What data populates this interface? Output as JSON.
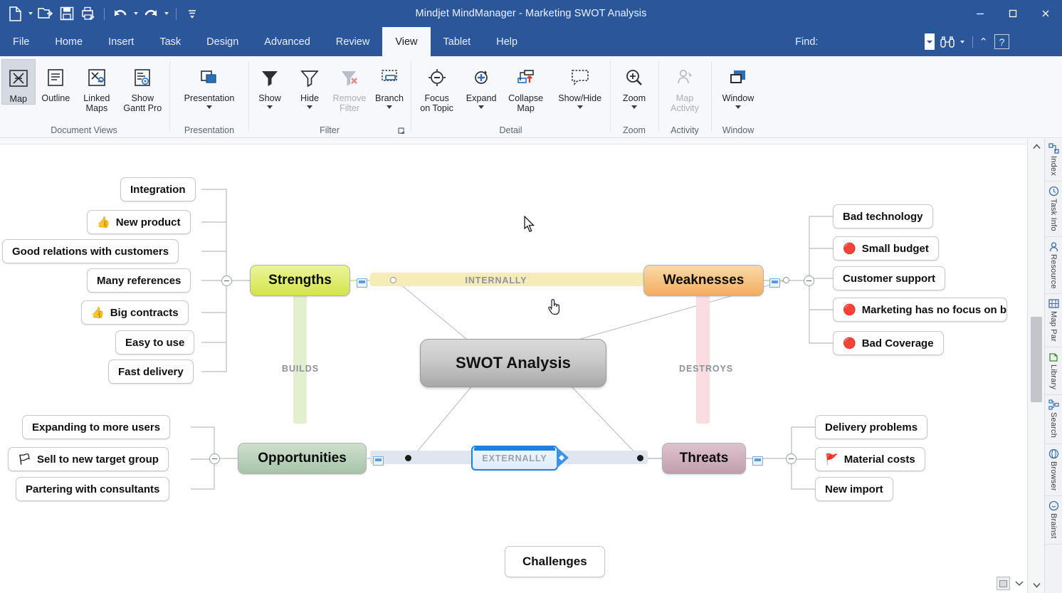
{
  "titlebar": {
    "title": "Mindjet MindManager - Marketing SWOT Analysis",
    "quick_access": [
      {
        "name": "new-document",
        "icon": "page-icon",
        "caret": true
      },
      {
        "name": "open-document",
        "icon": "folder-open-icon",
        "caret": false
      },
      {
        "name": "save-document",
        "icon": "floppy-disk-icon",
        "caret": false
      },
      {
        "name": "print-preview",
        "icon": "printer-icon",
        "caret": false
      },
      {
        "name": "undo",
        "icon": "undo-arrow-icon",
        "caret": true
      },
      {
        "name": "redo",
        "icon": "redo-arrow-icon",
        "caret": true
      },
      {
        "name": "customize-quick-access",
        "icon": "overflow-icon",
        "caret": false
      }
    ],
    "window_controls": {
      "minimize": "minimize-icon",
      "maximize": "maximize-icon",
      "close": "close-icon"
    }
  },
  "menubar": {
    "tabs": [
      {
        "label": "File",
        "active": false
      },
      {
        "label": "Home",
        "active": false
      },
      {
        "label": "Insert",
        "active": false
      },
      {
        "label": "Task",
        "active": false
      },
      {
        "label": "Design",
        "active": false
      },
      {
        "label": "Advanced",
        "active": false
      },
      {
        "label": "Review",
        "active": false
      },
      {
        "label": "View",
        "active": true
      },
      {
        "label": "Tablet",
        "active": false
      },
      {
        "label": "Help",
        "active": false
      }
    ],
    "find_label": "Find:",
    "find_value": "",
    "find_placeholder": "",
    "help_label": "?"
  },
  "ribbon": {
    "groups": [
      {
        "name": "document-views",
        "label": "Document Views",
        "buttons": [
          {
            "label": "Map",
            "icon": "map-icon",
            "caret": false,
            "selected": true,
            "disabled": false
          },
          {
            "label": "Outline",
            "icon": "outline-icon",
            "caret": false,
            "selected": false,
            "disabled": false
          },
          {
            "label": "Linked\nMaps",
            "icon": "linked-maps-icon",
            "caret": false,
            "selected": false,
            "disabled": false
          },
          {
            "label": "Show\nGantt Pro",
            "icon": "gantt-icon",
            "caret": false,
            "selected": false,
            "disabled": false
          }
        ]
      },
      {
        "name": "presentation",
        "label": "Presentation",
        "buttons": [
          {
            "label": "Presentation",
            "icon": "presentation-icon",
            "caret": true,
            "selected": false,
            "disabled": false
          }
        ]
      },
      {
        "name": "filter",
        "label": "Filter",
        "buttons": [
          {
            "label": "Show",
            "icon": "funnel-filled-icon",
            "caret": true,
            "selected": false,
            "disabled": false
          },
          {
            "label": "Hide",
            "icon": "funnel-outline-icon",
            "caret": true,
            "selected": false,
            "disabled": false
          },
          {
            "label": "Remove\nFilter",
            "icon": "funnel-remove-icon",
            "caret": false,
            "selected": false,
            "disabled": true
          },
          {
            "label": "Branch",
            "icon": "branch-icon",
            "caret": true,
            "selected": false,
            "disabled": false
          }
        ]
      },
      {
        "name": "detail",
        "label": "Detail",
        "buttons": [
          {
            "label": "Focus\non Topic",
            "icon": "focus-topic-icon",
            "caret": false,
            "selected": false,
            "disabled": false
          },
          {
            "label": "Expand",
            "icon": "expand-icon",
            "caret": true,
            "selected": false,
            "disabled": false
          },
          {
            "label": "Collapse\nMap",
            "icon": "collapse-map-icon",
            "caret": false,
            "selected": false,
            "disabled": false
          },
          {
            "label": "Show/Hide",
            "icon": "show-hide-icon",
            "caret": true,
            "selected": false,
            "disabled": false
          }
        ]
      },
      {
        "name": "zoom",
        "label": "Zoom",
        "buttons": [
          {
            "label": "Zoom",
            "icon": "zoom-in-icon",
            "caret": true,
            "selected": false,
            "disabled": false
          }
        ]
      },
      {
        "name": "activity",
        "label": "Activity",
        "buttons": [
          {
            "label": "Map\nActivity",
            "icon": "map-activity-icon",
            "caret": true,
            "selected": false,
            "disabled": true
          }
        ]
      },
      {
        "name": "window",
        "label": "Window",
        "buttons": [
          {
            "label": "Window",
            "icon": "window-icon",
            "caret": true,
            "selected": false,
            "disabled": false
          }
        ]
      }
    ]
  },
  "map": {
    "center_topic": "SWOT Analysis",
    "floating_topic": "Challenges",
    "relationships": {
      "internally": "INTERNALLY",
      "externally": "EXTERNALLY",
      "builds": "BUILDS",
      "destroys": "DESTROYS"
    },
    "main_topics": [
      {
        "label": "Strengths",
        "color": "#d9e84f"
      },
      {
        "label": "Weaknesses",
        "color": "#f5b96a"
      },
      {
        "label": "Opportunities",
        "color": "#b3cdb4"
      },
      {
        "label": "Threats",
        "color": "#c9a8b4"
      }
    ],
    "strengths_children": [
      {
        "label": "Integration",
        "icon": ""
      },
      {
        "label": "New product",
        "icon": "thumbs-up-icon"
      },
      {
        "label": "Good relations with customers",
        "icon": ""
      },
      {
        "label": "Many references",
        "icon": ""
      },
      {
        "label": "Big contracts",
        "icon": "thumbs-up-icon"
      },
      {
        "label": "Easy to use",
        "icon": ""
      },
      {
        "label": "Fast delivery",
        "icon": ""
      }
    ],
    "weaknesses_children": [
      {
        "label": "Bad technology",
        "icon": ""
      },
      {
        "label": "Small budget",
        "icon": "alarm-icon"
      },
      {
        "label": "Customer support",
        "icon": ""
      },
      {
        "label": "Marketing has no focus on b",
        "icon": "alarm-icon"
      },
      {
        "label": "Bad Coverage",
        "icon": "alarm-icon"
      }
    ],
    "opportunities_children": [
      {
        "label": "Expanding to more users",
        "icon": ""
      },
      {
        "label": "Sell to new target group",
        "icon": "green-flag-icon"
      },
      {
        "label": "Partering with consultants",
        "icon": ""
      }
    ],
    "threats_children": [
      {
        "label": "Delivery problems",
        "icon": ""
      },
      {
        "label": "Material costs",
        "icon": "red-flag-icon"
      },
      {
        "label": "New import",
        "icon": ""
      }
    ]
  },
  "right_sidebar": {
    "items": [
      {
        "label": "Index",
        "icon": "index-icon"
      },
      {
        "label": "Task Info",
        "icon": "clock-icon"
      },
      {
        "label": "Resource",
        "icon": "person-icon"
      },
      {
        "label": "Map Par",
        "icon": "map-parts-icon"
      },
      {
        "label": "Library",
        "icon": "library-icon"
      },
      {
        "label": "Search",
        "icon": "search-tree-icon"
      },
      {
        "label": "Browser",
        "icon": "browser-icon"
      },
      {
        "label": "Brainst",
        "icon": "brainstorm-icon"
      }
    ]
  }
}
